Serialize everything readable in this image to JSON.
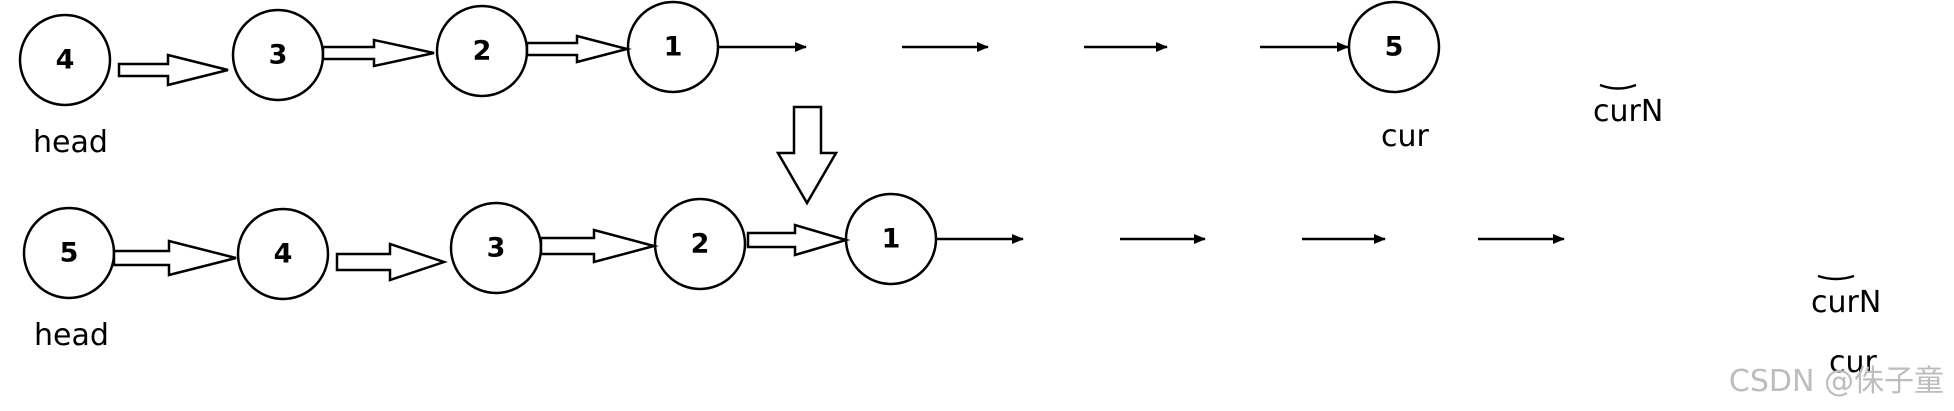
{
  "diagram": {
    "row1": {
      "nodes": [
        "4",
        "3",
        "2",
        "1",
        "5"
      ],
      "labels": {
        "head": "head",
        "cur": "cur",
        "curN": "curN"
      }
    },
    "row2": {
      "nodes": [
        "5",
        "4",
        "3",
        "2",
        "1"
      ],
      "labels": {
        "head": "head",
        "curN": "curN",
        "cur": "cur"
      }
    },
    "watermark": "CSDN @侏子童"
  }
}
